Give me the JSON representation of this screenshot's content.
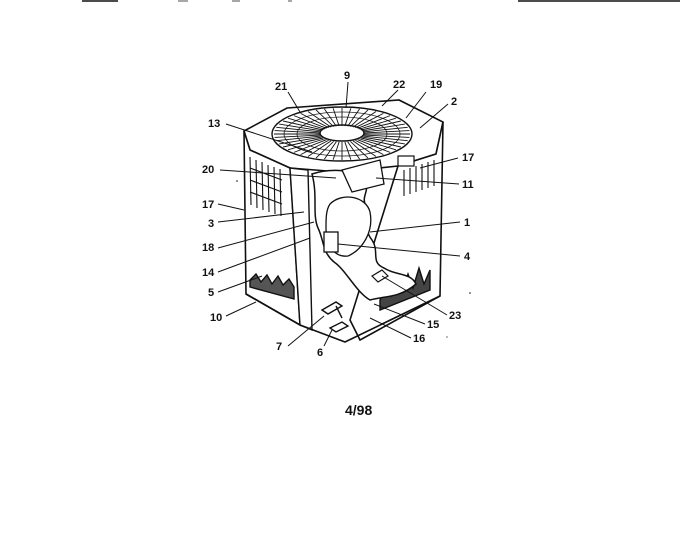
{
  "callouts": {
    "c21": "21",
    "c9": "9",
    "c22": "22",
    "c19": "19",
    "c2": "2",
    "c13": "13",
    "c17_right": "17",
    "c20": "20",
    "c11": "11",
    "c17_left": "17",
    "c1": "1",
    "c3": "3",
    "c18_left": "18",
    "c4": "4",
    "c14": "14",
    "c5": "5",
    "c10": "10",
    "c23": "23",
    "c15": "15",
    "c16": "16",
    "c7": "7",
    "c6": "6"
  },
  "footer": {
    "date_code": "4/98"
  }
}
